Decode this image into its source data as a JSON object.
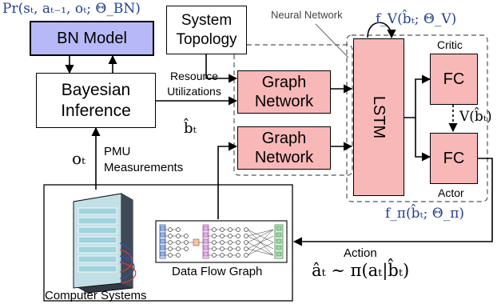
{
  "boxes": {
    "bn_model": "BN Model",
    "bayesian_inference": "Bayesian\nInference",
    "system_topology": "System\nTopology",
    "graph_network_top": "Graph\nNetwork",
    "graph_network_bottom": "Graph\nNetwork",
    "lstm": "LSTM",
    "fc_critic": "FC",
    "fc_actor": "FC"
  },
  "labels": {
    "neural_network": "Neural Network",
    "critic": "Critic",
    "actor": "Actor",
    "resource_utilizations": "Resource\nUtilizations",
    "pmu_measurements": "PMU\nMeasurements",
    "action": "Action",
    "data_flow_graph": "Data Flow Graph",
    "computer_systems": "Computer Systems"
  },
  "math": {
    "prior": "Pr(sₜ, aₜ₋₁, oₜ; Θ_BN)",
    "belief": "b̂ₜ",
    "observation": "oₜ",
    "value_fn": "f_V(b̂ₜ; Θ_V)",
    "value": "V(b̂ₜ)",
    "policy_fn": "f_π(b̂ₜ; Θ_π)",
    "action_sample": "âₜ ∼ π(aₜ|b̂ₜ)"
  },
  "colors": {
    "pink_fill": "#f9b8b8",
    "blue_fill": "#b7b8f7",
    "math_blue": "#25408f",
    "rack_blue": "#9fd3de"
  }
}
